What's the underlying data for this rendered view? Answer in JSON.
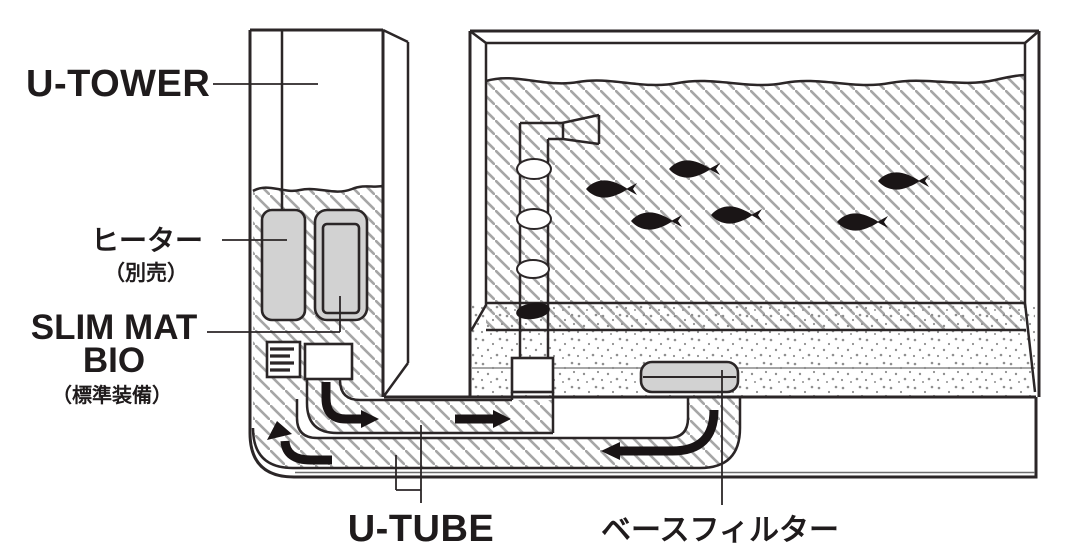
{
  "diagram": {
    "title_context": "aquarium-filtration-system-cutaway",
    "labels": {
      "u_tower": "U-TOWER",
      "heater": "ヒーター",
      "heater_note": "（別売）",
      "slim_mat_line1": "SLIM MAT",
      "slim_mat_line2": "BIO",
      "slim_mat_note": "（標準装備）",
      "u_tube": "U-TUBE",
      "base_filter": "ベースフィルター"
    },
    "colors": {
      "line": "#2b2627",
      "hatch": "#a6a6a6",
      "component_fill": "#d2d2d2",
      "gravel_dots": "#8f8f8f",
      "flow_arrow": "#191415",
      "label_text": "#1f1b1c",
      "background": "#ffffff"
    },
    "counts": {
      "fish": 6,
      "bubbles": 3,
      "flow_arrows": 4
    }
  }
}
